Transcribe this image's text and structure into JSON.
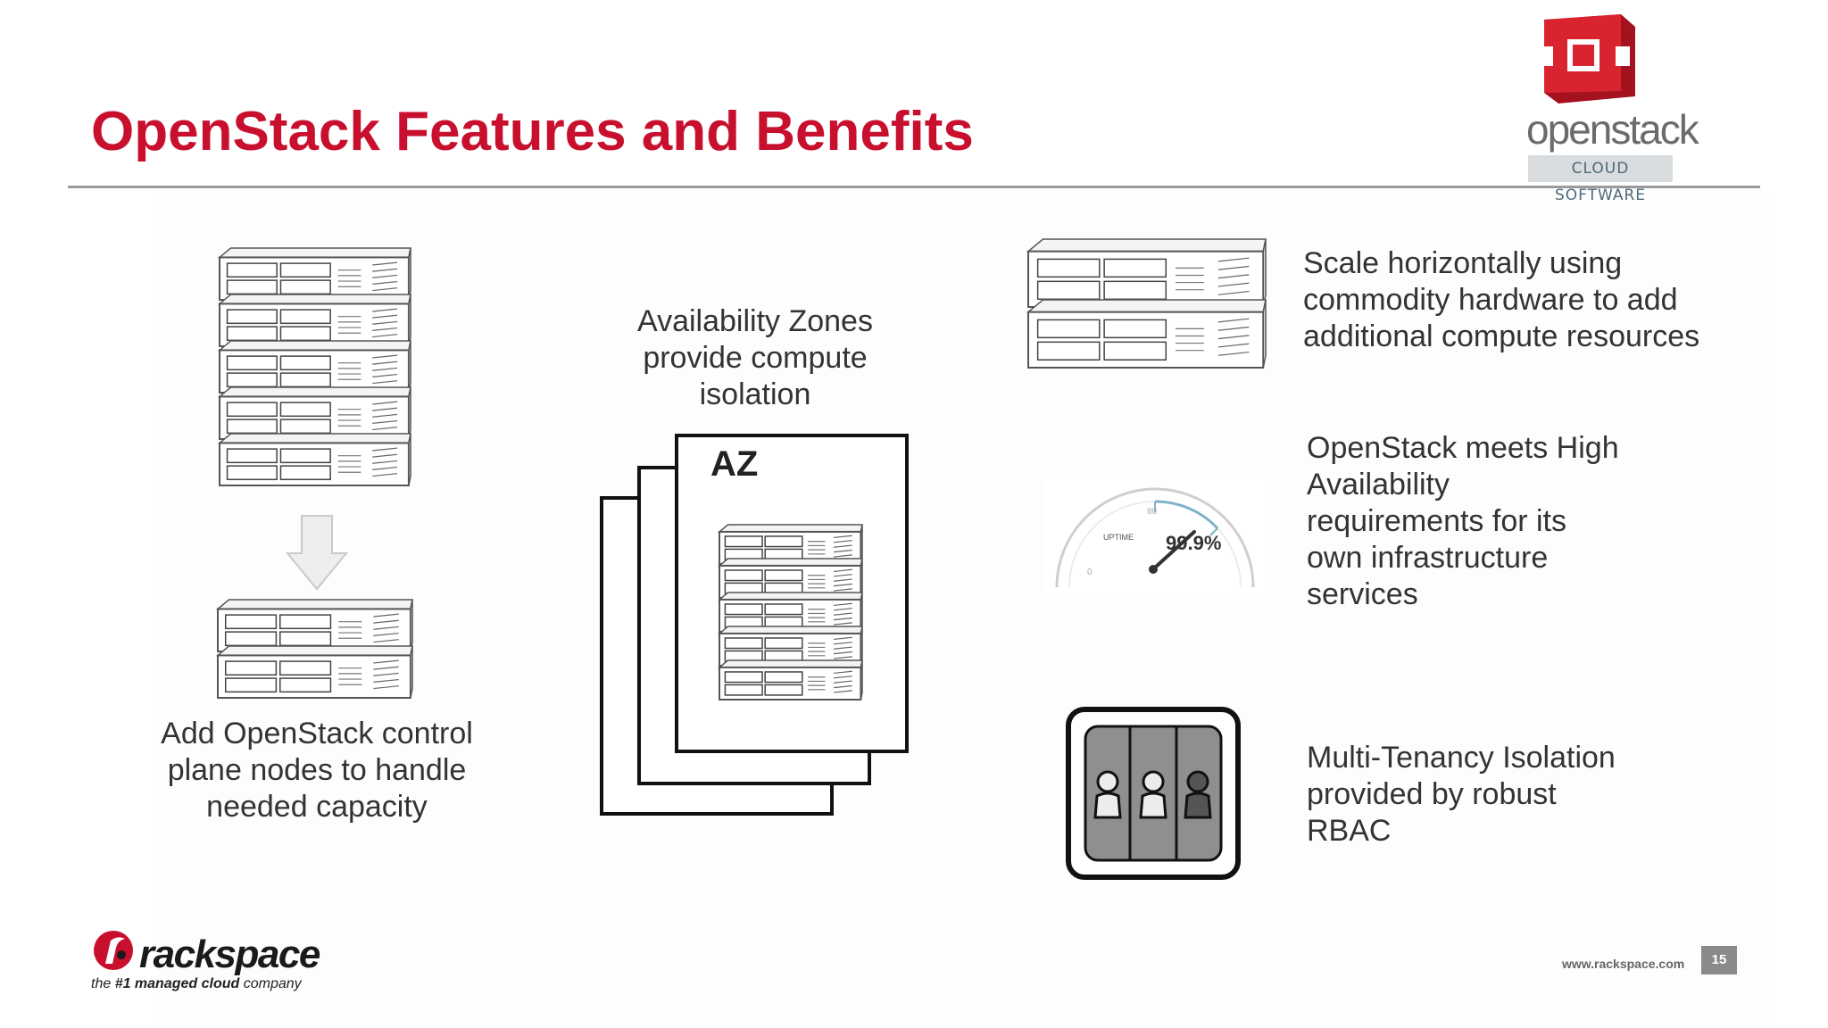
{
  "slide": {
    "title": "OpenStack Features and Benefits",
    "page_number": "15",
    "url": "www.rackspace.com"
  },
  "logos": {
    "openstack_word": "openstack",
    "openstack_sub": "CLOUD SOFTWARE",
    "rackspace_word": "rackspace",
    "rackspace_tag_prefix": "the ",
    "rackspace_tag_bold": "#1 managed cloud",
    "rackspace_tag_suffix": " company"
  },
  "features": {
    "control_plane": [
      "Add OpenStack control",
      "plane nodes to handle",
      "needed capacity"
    ],
    "availability_zones": [
      "Availability Zones",
      "provide compute",
      "isolation"
    ],
    "az_label": "AZ",
    "scale": [
      "Scale horizontally using",
      "commodity hardware to add",
      "additional compute resources"
    ],
    "high_availability": [
      "OpenStack meets High",
      "Availability",
      "requirements for its",
      "own infrastructure",
      "services"
    ],
    "multi_tenancy": [
      "Multi-Tenancy Isolation",
      "provided by robust",
      "RBAC"
    ]
  },
  "gauge": {
    "value": "99.9%",
    "label": "UPTIME",
    "tick_zero": "0",
    "tick_eighty": "80"
  },
  "colors": {
    "title_red": "#c8102e",
    "rackspace_red": "#c8102e",
    "gauge_accent": "#7fb3c8"
  }
}
